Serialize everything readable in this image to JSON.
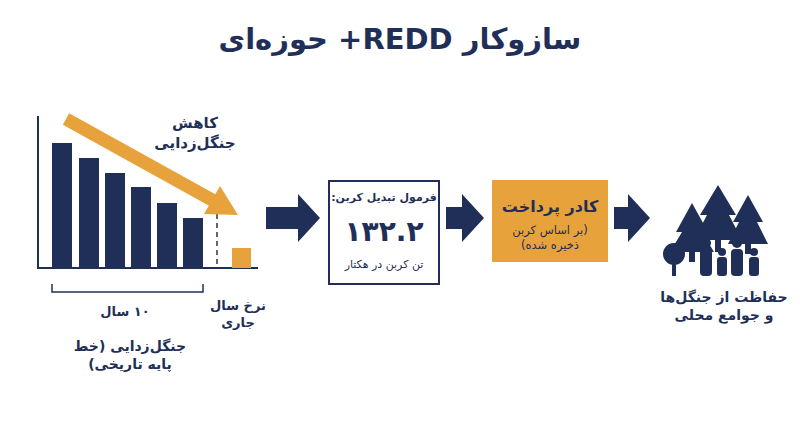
{
  "diagram": {
    "title": "سازوکار REDD+ حوزه‌ای",
    "nodes": [
      {
        "text": [
          "جنگل‌زدایی (خط پایه تاریخی)"
        ]
      },
      {
        "text": [
          "فرمول تبدیل کربن:",
          "۱۳۲.۲",
          "تن کربن در هکتار"
        ]
      },
      {
        "text": [
          "کادر پرداخت",
          "(بر اساس کربن ذخیره شده)"
        ]
      },
      {
        "text": [
          "حفاظت از جنگل‌ها و جوامع محلی"
        ]
      }
    ],
    "edges": [
      {
        "from": 0,
        "to": 1,
        "arrow": "to"
      },
      {
        "from": 1,
        "to": 2,
        "arrow": "to"
      },
      {
        "from": 2,
        "to": 3,
        "arrow": "to"
      }
    ],
    "labels": [
      "کاهش جنگل‌زدایی",
      "۱۰ سال",
      "نرخ سال جاری"
    ]
  }
}
